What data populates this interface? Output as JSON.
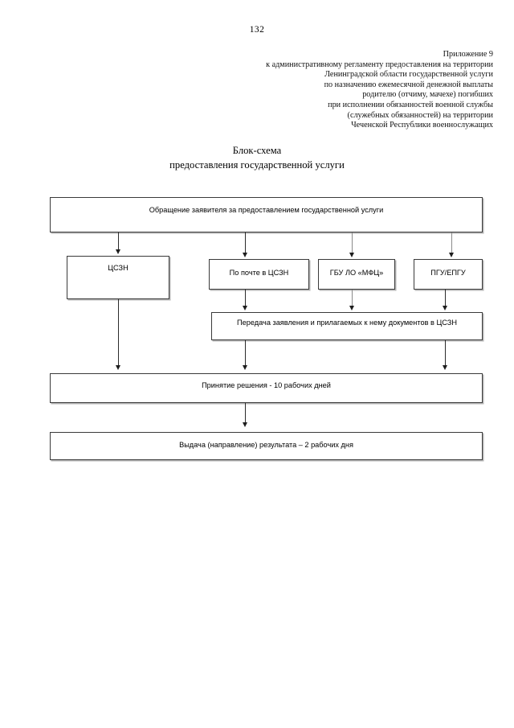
{
  "page": {
    "number": "132"
  },
  "reference": {
    "lines": [
      "Приложение 9",
      "к  административному регламенту предоставления на территории",
      "Ленинградской области государственной услуги",
      "по назначению  ежемесячной денежной выплаты",
      "родителю (отчиму, мачехе) погибших",
      "при исполнении обязанностей военной службы",
      "(служебных обязанностей) на территории",
      "Чеченской Республики военнослужащих"
    ]
  },
  "title": {
    "line1": "Блок-схема",
    "line2": "предоставления государственной услуги"
  },
  "flowchart": {
    "type": "flowchart",
    "nodes": {
      "request": "Обращение заявителя за предоставлением государственной услуги",
      "czsn": "ЦСЗН",
      "mail": "По почте в ЦСЗН",
      "mfc": "ГБУ ЛО «МФЦ»",
      "pgu": "ПГУ/ЕПГУ",
      "transfer": "Передача заявления и прилагаемых к нему документов в ЦСЗН",
      "decision": "Принятие решения - 10 рабочих дней",
      "result": "Выдача (направление) результата – 2 рабочих дня"
    }
  }
}
